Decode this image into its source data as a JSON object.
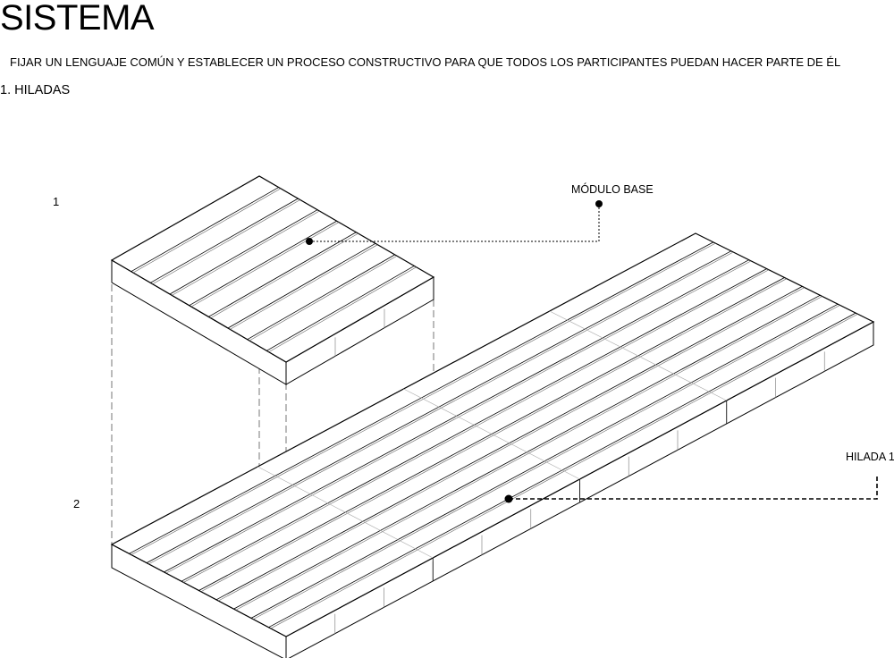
{
  "header": {
    "title": "SISTEMA",
    "subtitle": "FIJAR UN LENGUAJE COMÚN Y ESTABLECER UN PROCESO CONSTRUCTIVO PARA QUE TODOS LOS PARTICIPANTES PUEDAN HACER PARTE DE ÉL",
    "section": "1. HILADAS"
  },
  "diagram": {
    "level_labels": [
      "1",
      "2"
    ],
    "callouts": {
      "module": "MÓDULO BASE",
      "row": "HILADA 1"
    },
    "big_pallet_modules": 4
  }
}
